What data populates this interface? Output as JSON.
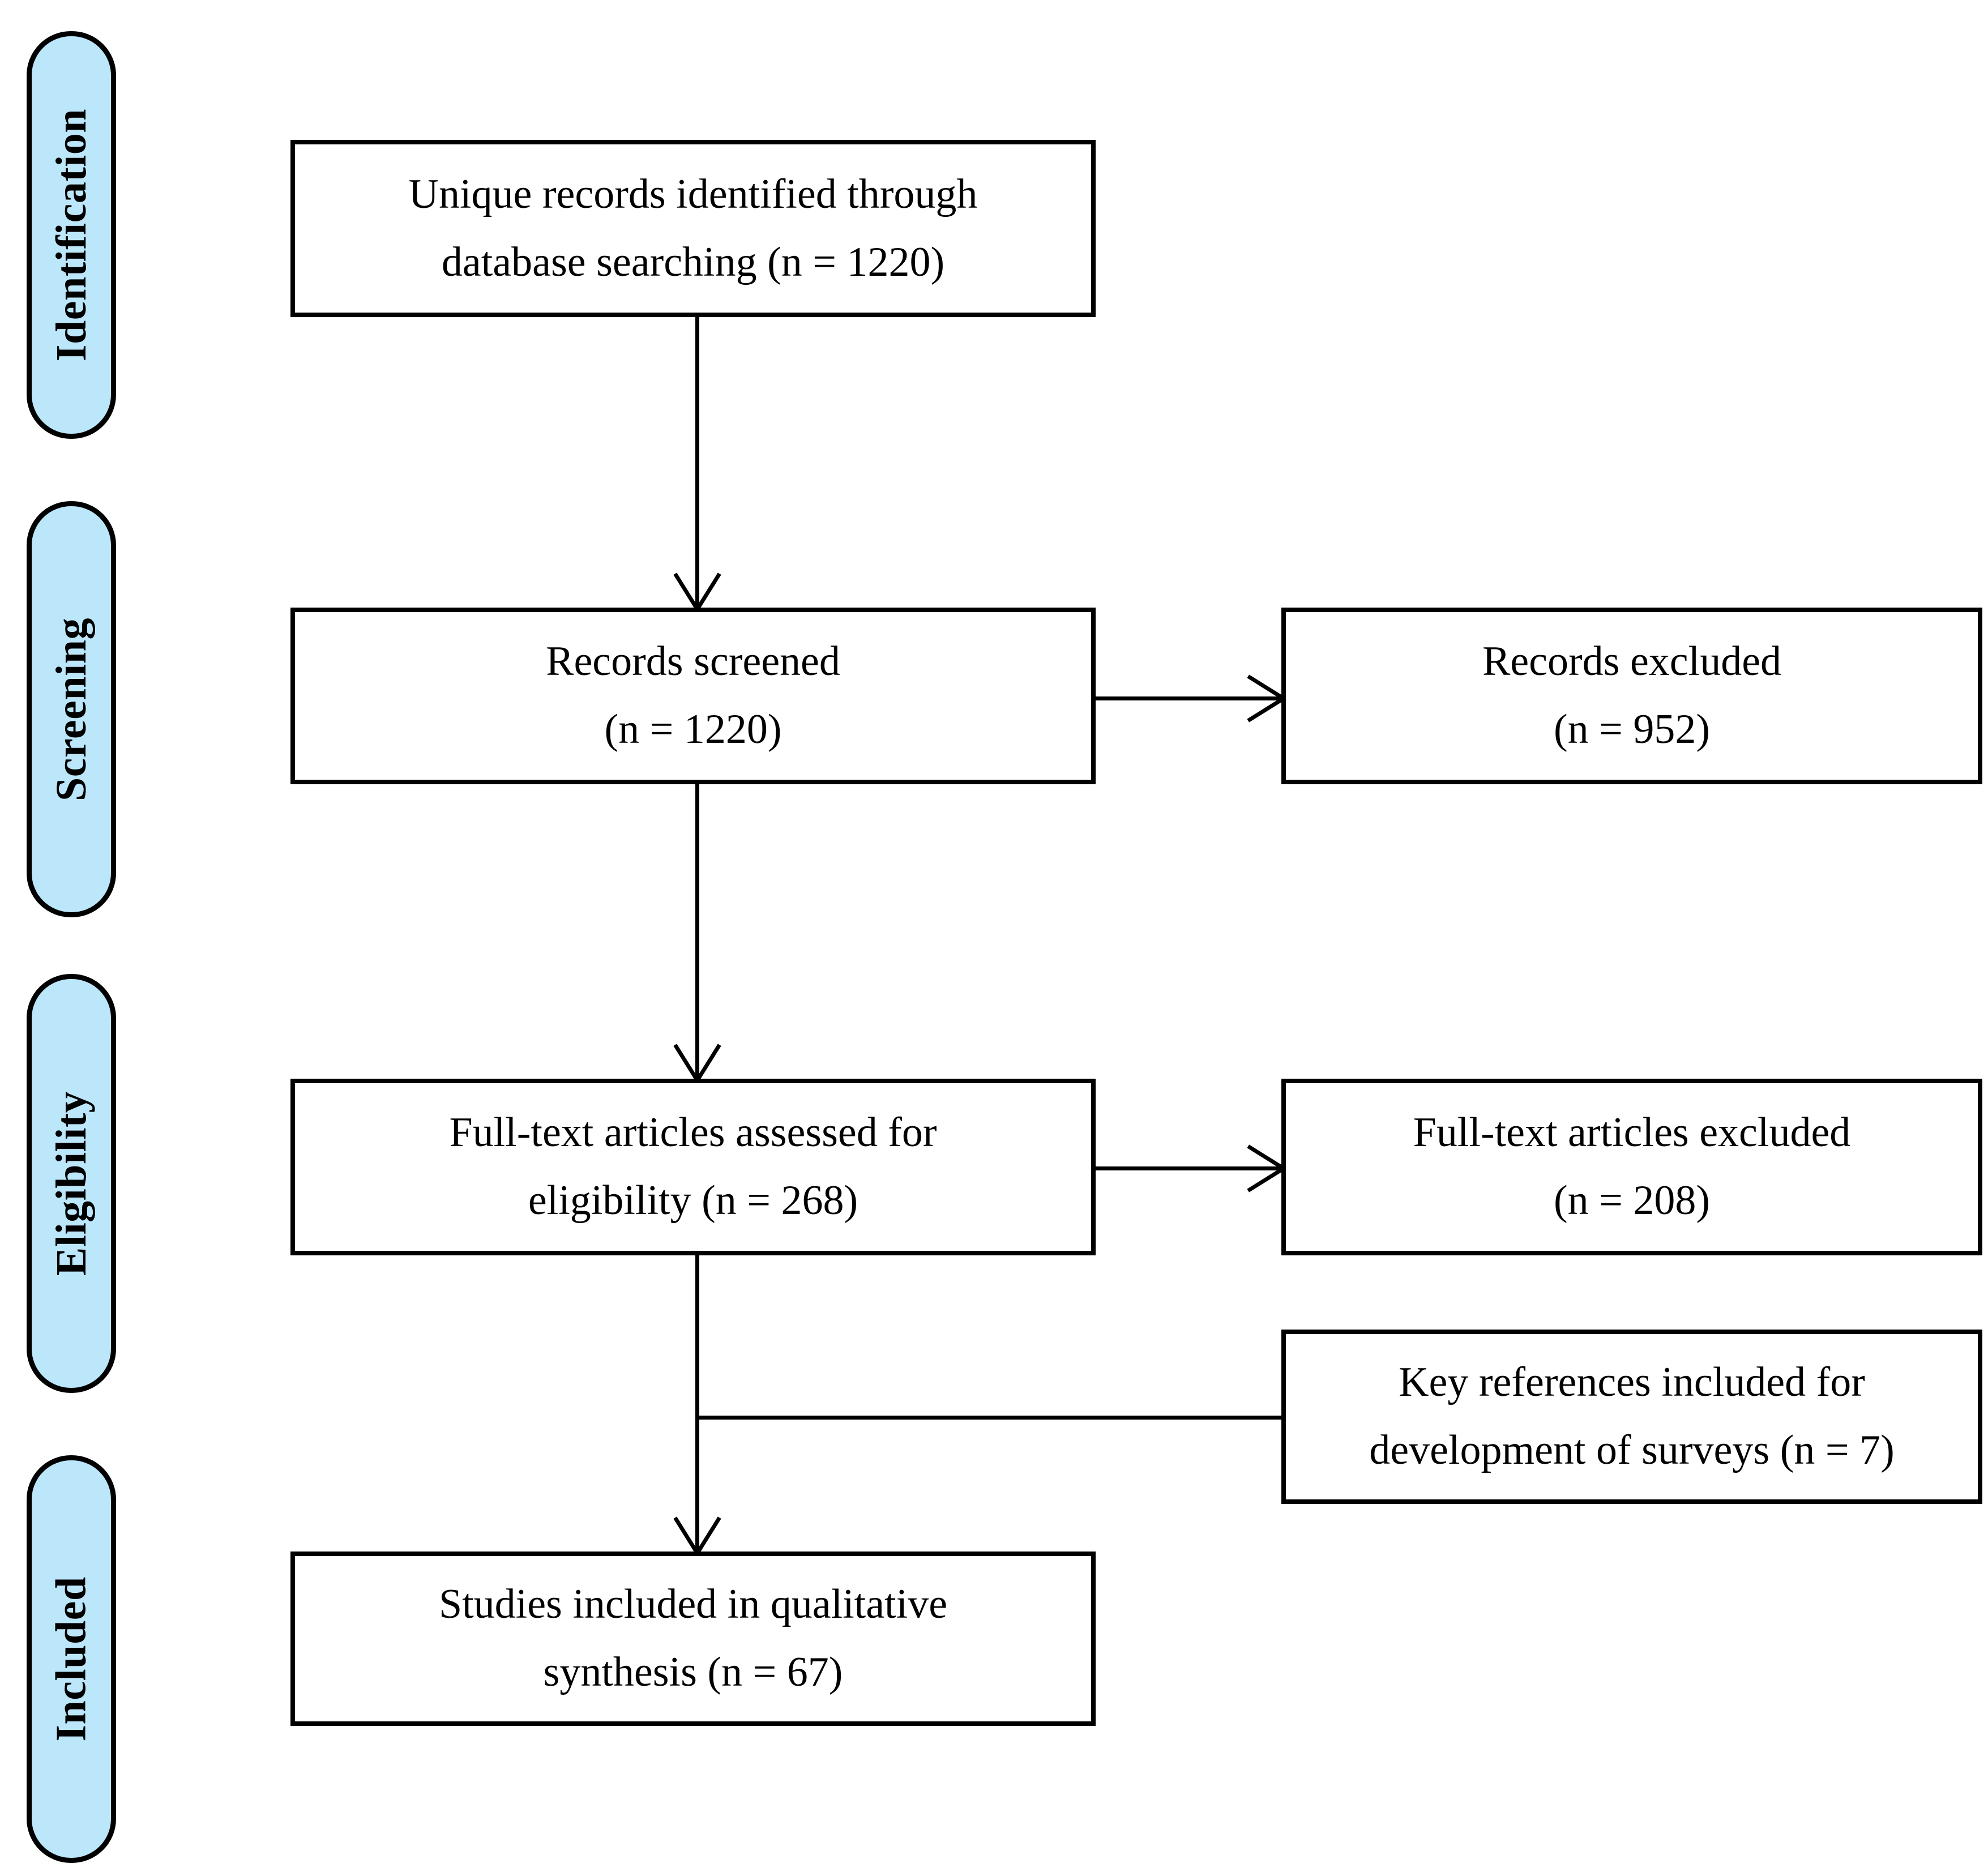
{
  "diagram": {
    "type": "prisma-flow-diagram",
    "colors": {
      "stage_fill": "#BCE7FB",
      "stroke": "#000000",
      "box_fill": "#FFFFFF",
      "background": "#FFFFFF"
    },
    "stages": [
      {
        "id": "identification",
        "label": "Identification"
      },
      {
        "id": "screening",
        "label": "Screening"
      },
      {
        "id": "eligibility",
        "label": "Eligibility"
      },
      {
        "id": "included",
        "label": "Included"
      }
    ],
    "boxes": [
      {
        "id": "records-identified",
        "text": "Unique records identified through\ndatabase searching (n = 1220)",
        "n": 1220
      },
      {
        "id": "records-screened",
        "text": "Records screened\n(n = 1220)",
        "n": 1220
      },
      {
        "id": "records-excluded",
        "text": "Records excluded\n(n = 952)",
        "n": 952
      },
      {
        "id": "fulltext-assessed",
        "text": "Full-text articles assessed for\neligibility (n = 268)",
        "n": 268
      },
      {
        "id": "fulltext-excluded",
        "text": "Full-text articles excluded\n(n = 208)",
        "n": 208
      },
      {
        "id": "key-references",
        "text": "Key references included for\ndevelopment of surveys (n = 7)",
        "n": 7
      },
      {
        "id": "studies-included",
        "text": "Studies included in qualitative\nsynthesis (n = 67)",
        "n": 67
      }
    ],
    "connectors": [
      {
        "id": "identified-to-screened",
        "from": "records-identified",
        "to": "records-screened",
        "direction": "down"
      },
      {
        "id": "screened-to-excluded",
        "from": "records-screened",
        "to": "records-excluded",
        "direction": "right"
      },
      {
        "id": "screened-to-fulltext",
        "from": "records-screened",
        "to": "fulltext-assessed",
        "direction": "down"
      },
      {
        "id": "fulltext-to-fulltext-excluded",
        "from": "fulltext-assessed",
        "to": "fulltext-excluded",
        "direction": "right"
      },
      {
        "id": "keyrefs-to-main-line",
        "from": "key-references",
        "to": "studies-included",
        "direction": "left"
      },
      {
        "id": "fulltext-to-studies",
        "from": "fulltext-assessed",
        "to": "studies-included",
        "direction": "down"
      }
    ]
  }
}
